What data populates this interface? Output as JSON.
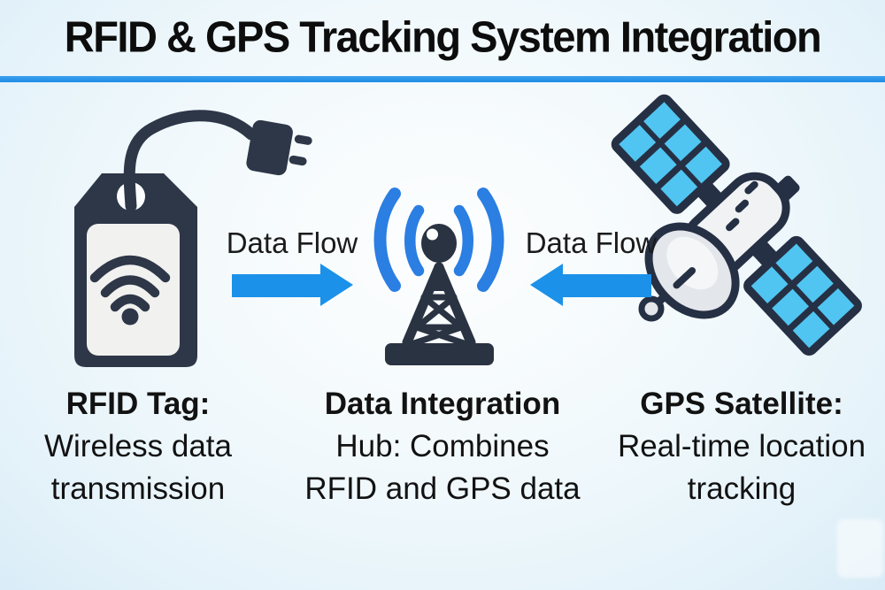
{
  "title": "RFID & GPS Tracking System Integration",
  "flows": {
    "left_label": "Data Flow",
    "right_label": "Data Flow"
  },
  "nodes": {
    "rfid": {
      "icon": "rfid-tag-icon",
      "heading": "RFID Tag:",
      "line1": "Wireless data",
      "line2": "transmission"
    },
    "hub": {
      "icon": "radio-tower-icon",
      "heading": "Data Integration",
      "line1": "Hub: Combines",
      "line2": "RFID and GPS data"
    },
    "gps": {
      "icon": "gps-satellite-icon",
      "heading": "GPS Satellite:",
      "line1": "Real-time location",
      "line2": "tracking"
    }
  },
  "colors": {
    "accent_blue": "#2196ed",
    "arrow_blue": "#1b91e9",
    "signal_blue": "#2b7ee2",
    "panel_blue": "#50c5f1",
    "dark_navy": "#2e3748",
    "background": "#e8f4fa",
    "text": "#121212"
  }
}
